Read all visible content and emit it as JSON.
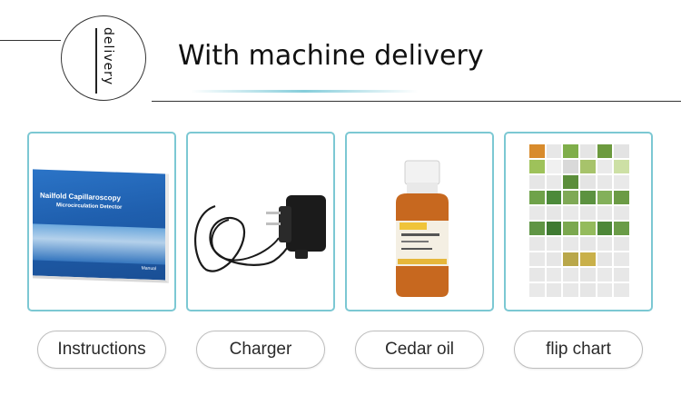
{
  "header": {
    "badge": "delivery",
    "title": "With machine delivery"
  },
  "items": [
    {
      "label": "Instructions"
    },
    {
      "label": "Charger"
    },
    {
      "label": "Cedar oil"
    },
    {
      "label": "flip chart"
    }
  ],
  "manual": {
    "title": "Nailfold Capillaroscopy",
    "subtitle": "Microcirculation Detector",
    "tag": "Manual"
  },
  "colors": {
    "card_border": "#7cc8d3",
    "pill_border": "#bdbdbd"
  }
}
